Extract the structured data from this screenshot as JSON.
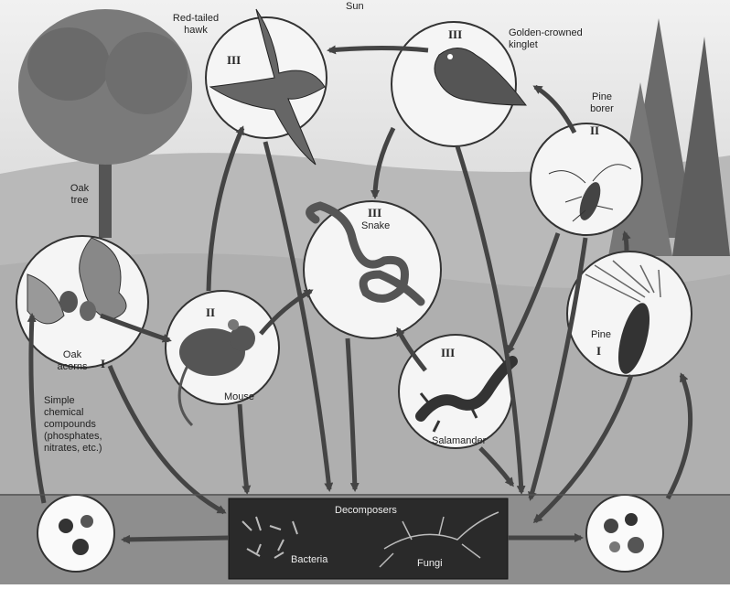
{
  "sun": "Sun",
  "organisms": [
    {
      "id": "hawk",
      "name": "Red-tailed\nhawk",
      "level": "III"
    },
    {
      "id": "kinglet",
      "name": "Golden-crowned\nkinglet",
      "level": "III"
    },
    {
      "id": "pineborer",
      "name": "Pine\nborer",
      "level": "II"
    },
    {
      "id": "oaktree",
      "name": "Oak\ntree",
      "level": ""
    },
    {
      "id": "snake",
      "name": "Snake",
      "level": "III"
    },
    {
      "id": "acorns",
      "name": "Oak\nacorns",
      "level": "I"
    },
    {
      "id": "mouse",
      "name": "Mouse",
      "level": "II"
    },
    {
      "id": "pine",
      "name": "Pine",
      "level": "I"
    },
    {
      "id": "salamander",
      "name": "Salamander",
      "level": "III"
    }
  ],
  "chemicals": "Simple\nchemical\ncompounds\n(phosphates,\nnitrates, etc.)",
  "decomposers": {
    "title": "Decomposers",
    "bacteria": "Bacteria",
    "fungi": "Fungi"
  }
}
